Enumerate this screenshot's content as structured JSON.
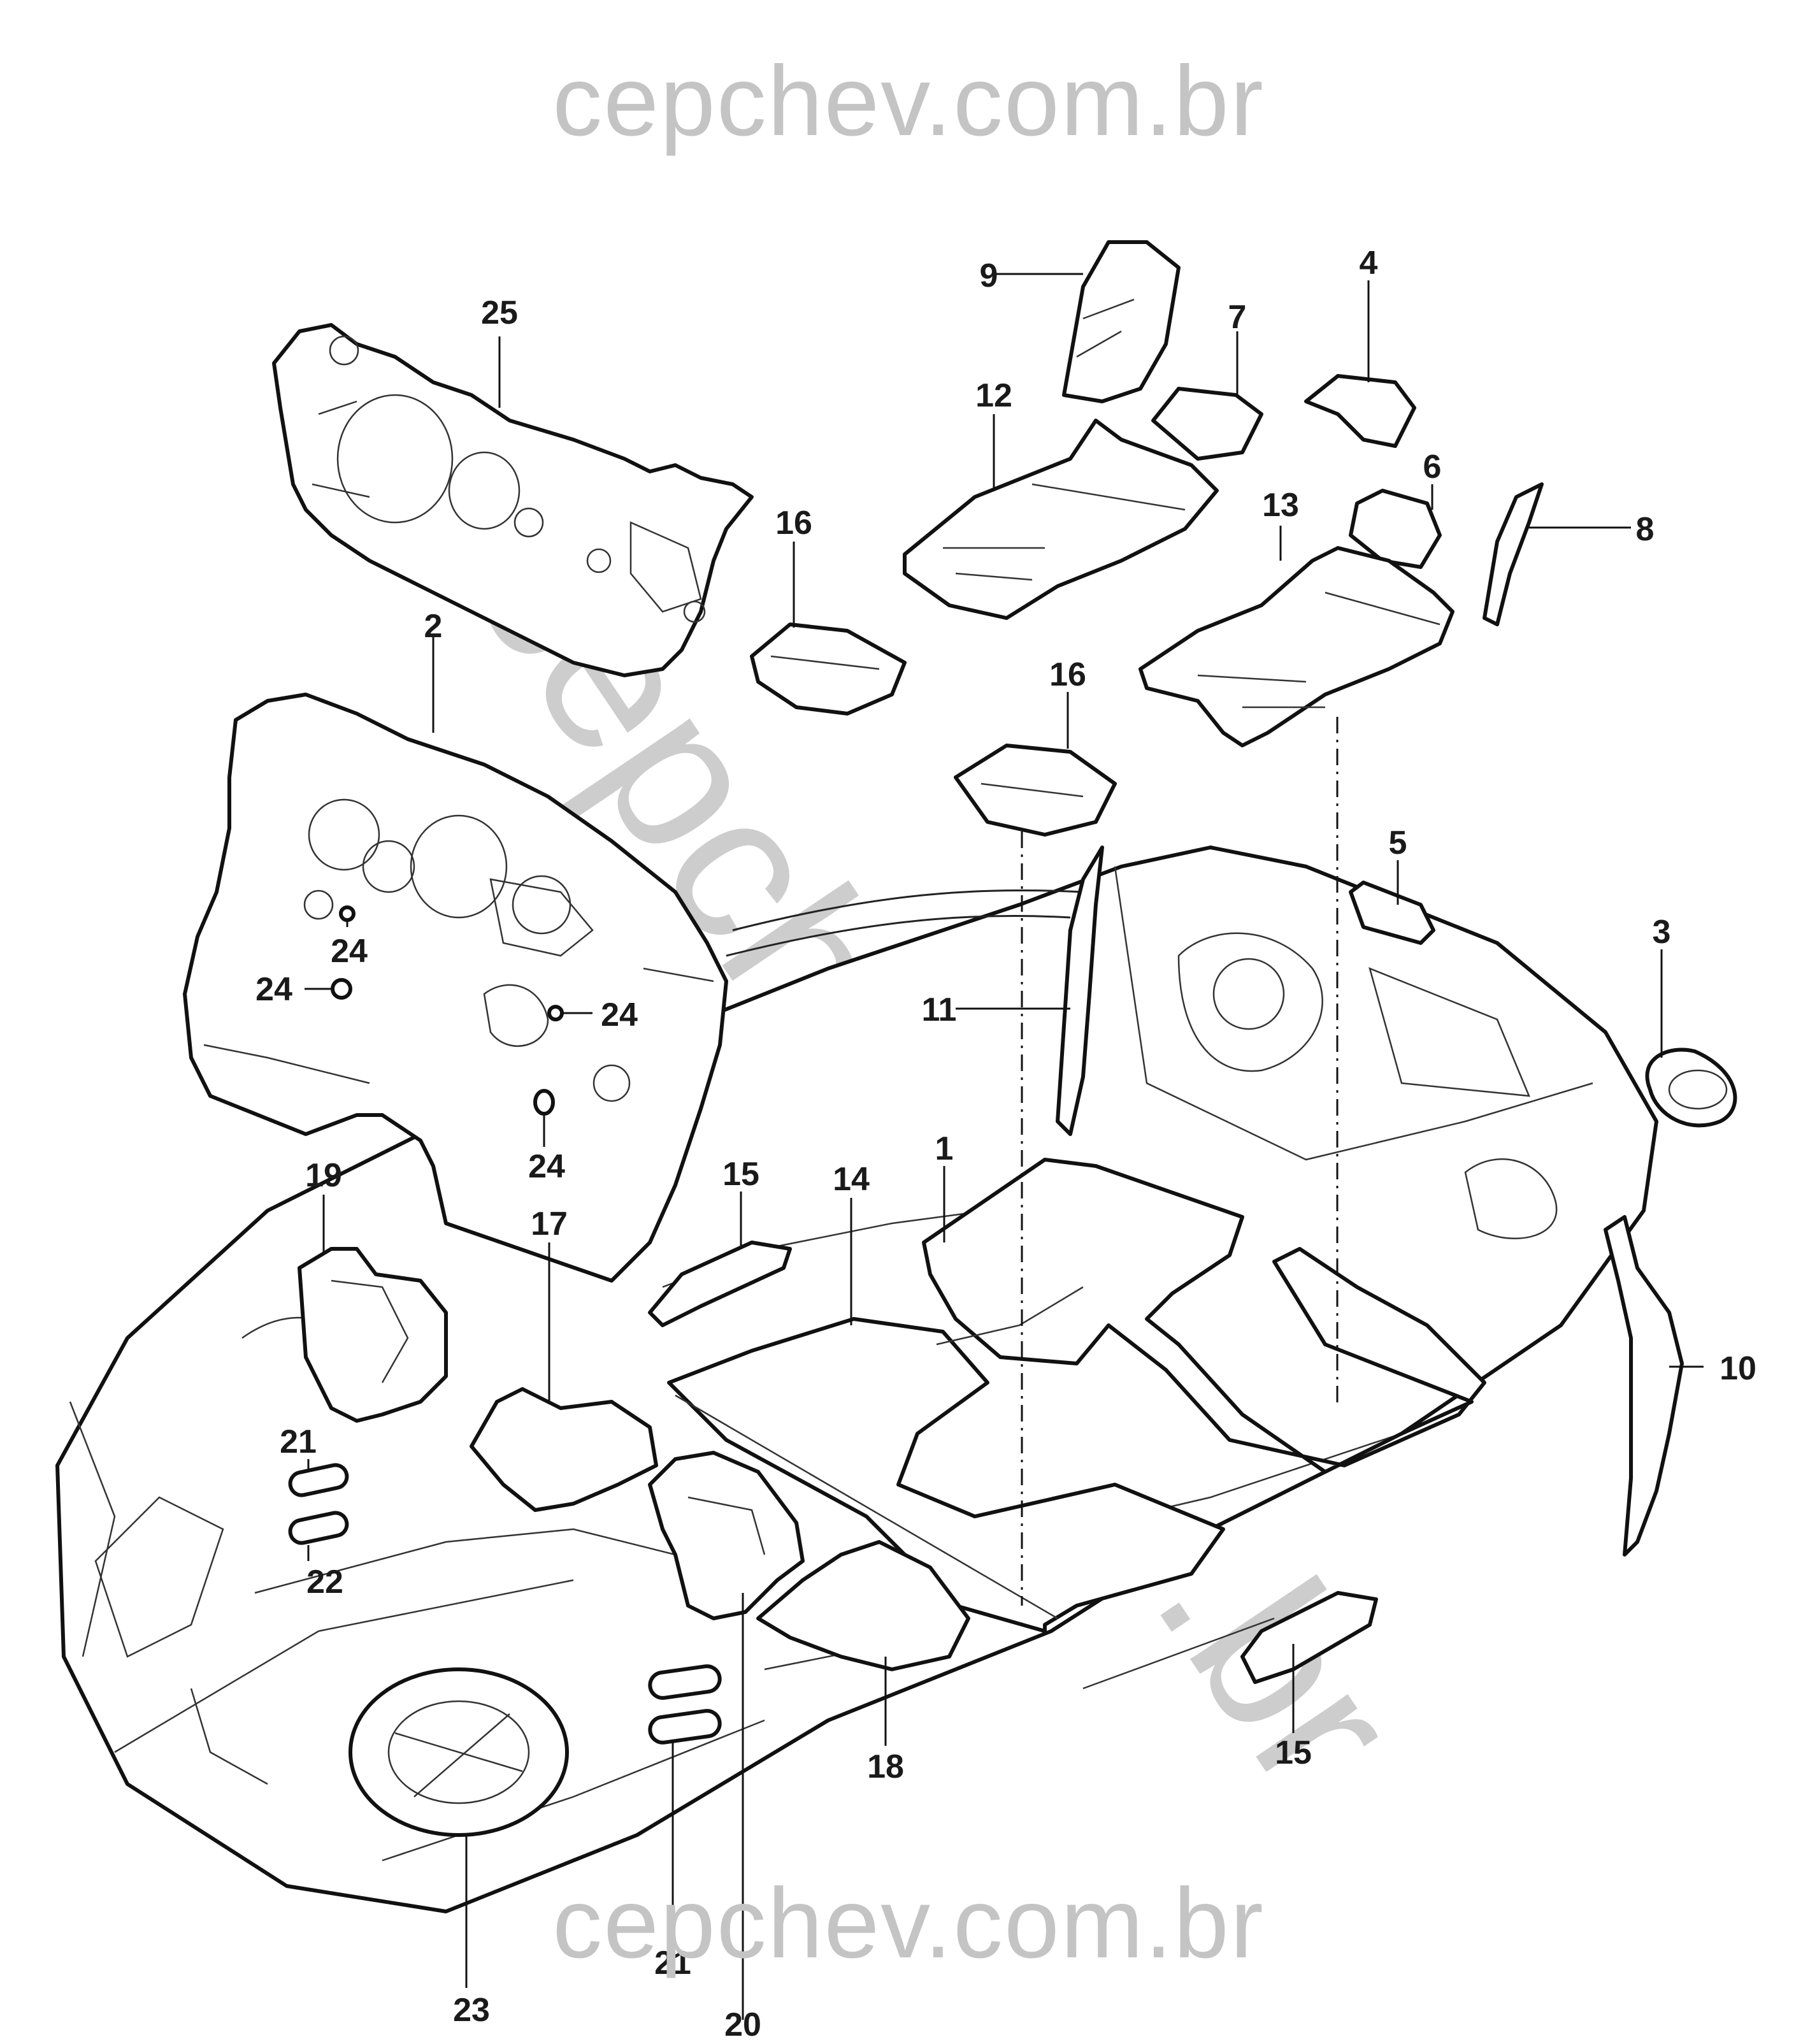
{
  "watermark": {
    "top": "cepchev.com.br",
    "bottom": "cepchev.com.br",
    "diagonal": "cepchev.com.br"
  },
  "callouts": {
    "c25": "25",
    "c2": "2",
    "c16a": "16",
    "c16b": "16",
    "c24a": "24",
    "c24b": "24",
    "c24c": "24",
    "c24d": "24",
    "c9": "9",
    "c7": "7",
    "c4": "4",
    "c12": "12",
    "c6": "6",
    "c13": "13",
    "c8": "8",
    "c5": "5",
    "c3": "3",
    "c11": "11",
    "c1": "1",
    "c14": "14",
    "c15a": "15",
    "c15b": "15",
    "c10": "10",
    "c19": "19",
    "c17": "17",
    "c21a": "21",
    "c22": "22",
    "c21b": "21",
    "c20": "20",
    "c18": "18",
    "c23": "23"
  }
}
